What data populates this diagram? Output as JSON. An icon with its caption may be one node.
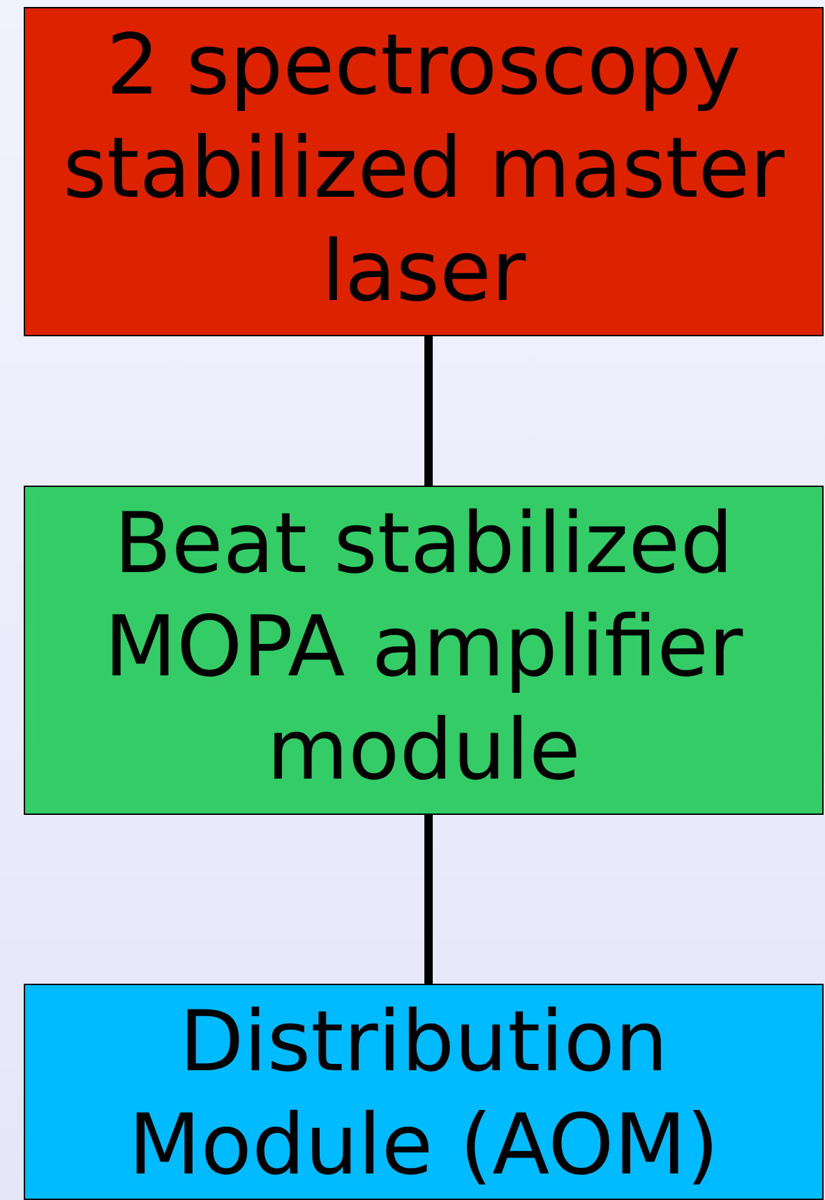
{
  "diagram": {
    "nodes": [
      {
        "text": [
          "2 spectroscopy stabilized master laser"
        ]
      },
      {
        "text": [
          "Beat stabilized MOPA amplifier module"
        ]
      },
      {
        "text": [
          "Distribution Module (AOM)"
        ]
      }
    ],
    "edges": [
      {
        "from": 0,
        "to": 1,
        "arrow": "none"
      },
      {
        "from": 1,
        "to": 2,
        "arrow": "none"
      }
    ]
  }
}
